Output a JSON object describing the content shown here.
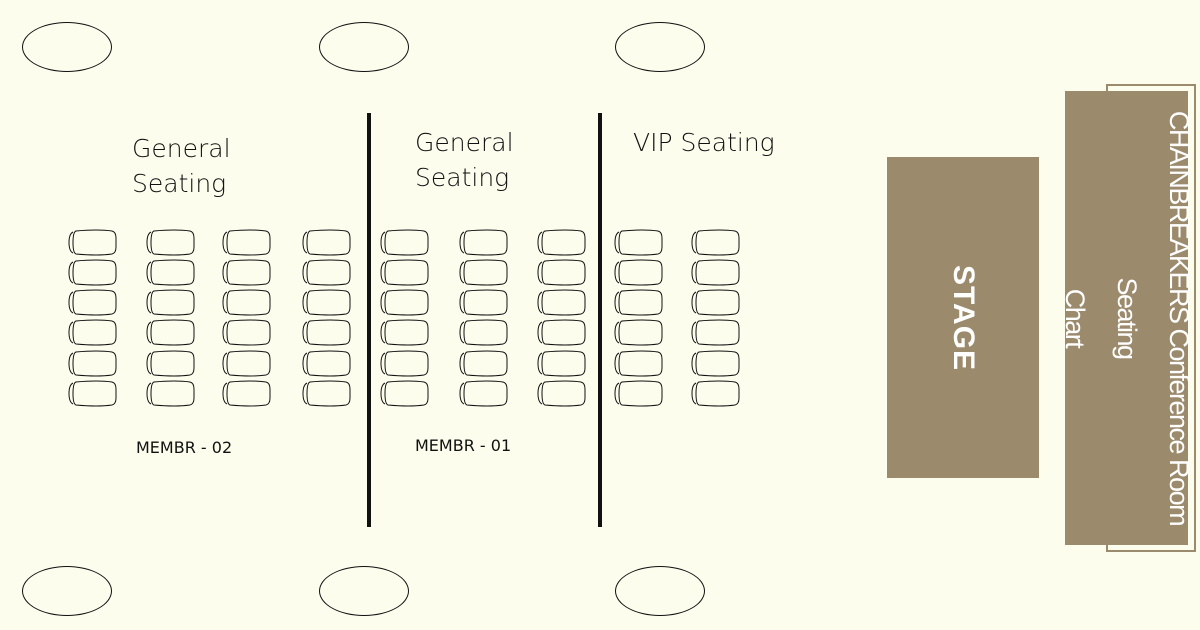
{
  "sections": [
    {
      "label": "General Seating",
      "member": "MEMBR - 02"
    },
    {
      "label": "General Seating",
      "member": "MEMBR - 01"
    },
    {
      "label": "VIP Seating"
    }
  ],
  "stage_label": "STAGE",
  "title": {
    "line1": "CHAINBREAKERS Conference Room Seating",
    "line2": "Chart"
  },
  "seating": {
    "columns": 9,
    "rows": 6
  },
  "colors": {
    "brand": "#9c8a6c",
    "background": "#fdfdee"
  }
}
